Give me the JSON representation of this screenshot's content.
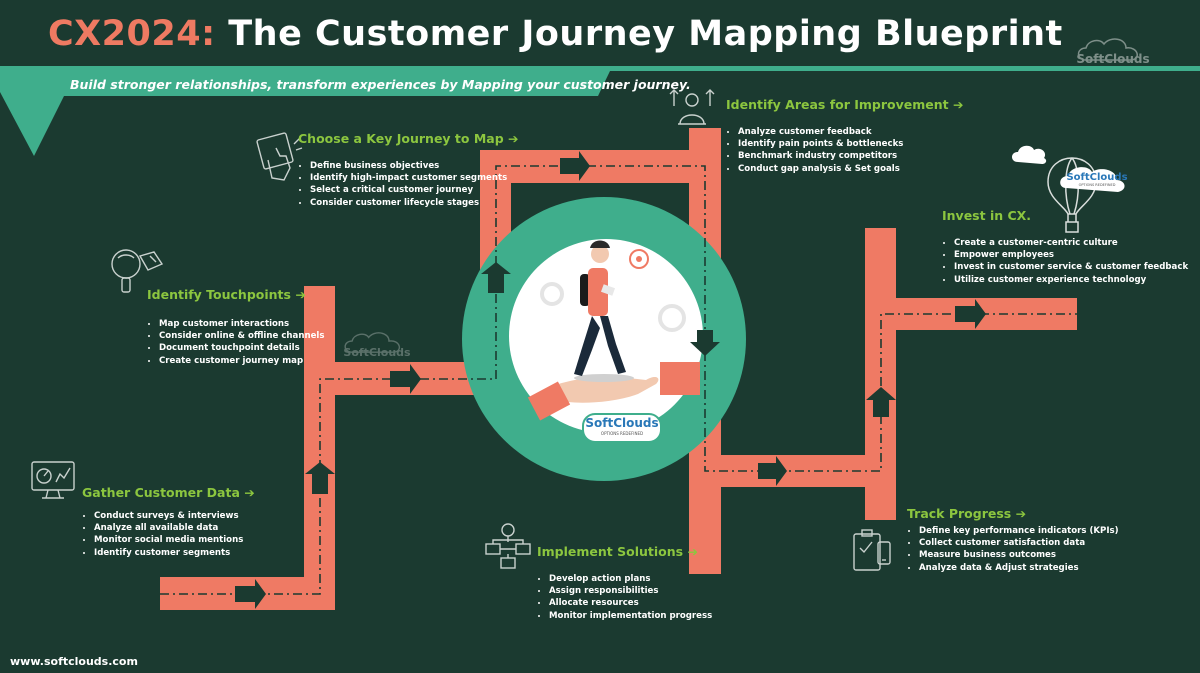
{
  "header": {
    "title_accent": "CX2024:",
    "title_rest": " The Customer Journey Mapping Blueprint",
    "subtitle": "Build stronger relationships, transform experiences by Mapping your customer journey."
  },
  "brand": {
    "logo_main": "SoftClouds",
    "logo_tagline": "OPTIONS REDEFINED",
    "website": "www.softclouds.com"
  },
  "colors": {
    "background": "#1b3a30",
    "road": "#ef7a64",
    "accent_green": "#8cc63f",
    "teal": "#3fae8c",
    "title_accent": "#ee7a62"
  },
  "stages": [
    {
      "title": "Gather Customer Data",
      "icon": "dashboard-monitor-icon",
      "items": [
        "Conduct surveys & interviews",
        "Analyze all available data",
        "Monitor social media mentions",
        "Identify customer segments"
      ]
    },
    {
      "title": "Identify Touchpoints",
      "icon": "magnifier-arrow-icon",
      "items": [
        "Map customer interactions",
        "Consider online & offline channels",
        "Document touchpoint details",
        "Create customer journey map"
      ]
    },
    {
      "title": "Choose a Key Journey to Map",
      "icon": "hand-tap-icon",
      "items": [
        "Define business objectives",
        "Identify high-impact customer segments",
        "Select a critical customer journey",
        "Consider customer lifecycle stages"
      ]
    },
    {
      "title": "Identify Areas for Improvement",
      "icon": "person-growth-icon",
      "items": [
        "Analyze customer feedback",
        "Identify pain points & bottlenecks",
        "Benchmark industry competitors",
        "Conduct gap analysis & Set goals"
      ]
    },
    {
      "title": "Invest in CX.",
      "icon": "hot-air-balloon-icon",
      "items": [
        "Create a customer-centric culture",
        "Empower employees",
        "Invest in customer service & customer feedback",
        "Utilize customer experience technology"
      ]
    },
    {
      "title": "Implement Solutions",
      "icon": "flowchart-icon",
      "items": [
        "Develop action plans",
        "Assign responsibilities",
        "Allocate resources",
        "Monitor implementation progress"
      ]
    },
    {
      "title": "Track Progress",
      "icon": "clipboard-phone-icon",
      "items": [
        "Define key performance indicators (KPIs)",
        "Collect customer satisfaction data",
        "Measure business outcomes",
        "Analyze data & Adjust strategies"
      ]
    }
  ]
}
